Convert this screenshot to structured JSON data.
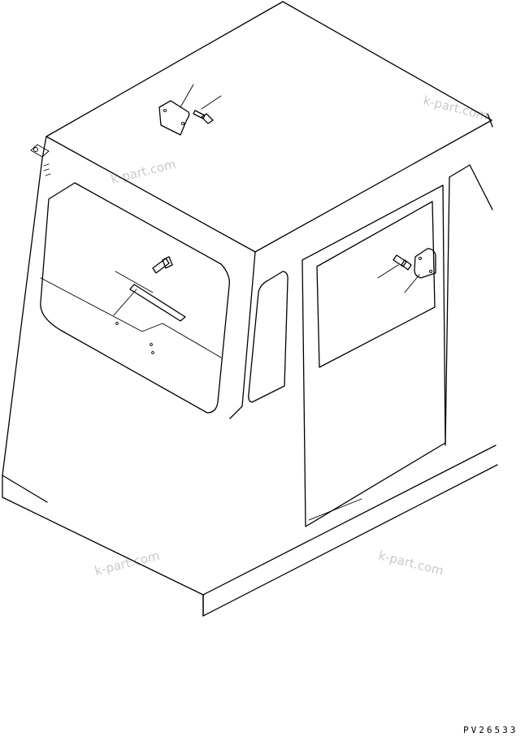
{
  "diagram": {
    "drawing_code": "PV26533",
    "watermark_text": "k-part.com",
    "line_color": "#000000",
    "watermark_color": "#c8c8c8",
    "background": "#ffffff",
    "parts": [
      {
        "id": "roof-plate",
        "icon": "square-plate"
      },
      {
        "id": "roof-bolt",
        "icon": "bolt"
      },
      {
        "id": "front-window-bolt",
        "icon": "bolt"
      },
      {
        "id": "wiper-blade",
        "icon": "blade"
      },
      {
        "id": "door-bolt",
        "icon": "bolt"
      },
      {
        "id": "door-plate",
        "icon": "square-plate"
      }
    ]
  }
}
